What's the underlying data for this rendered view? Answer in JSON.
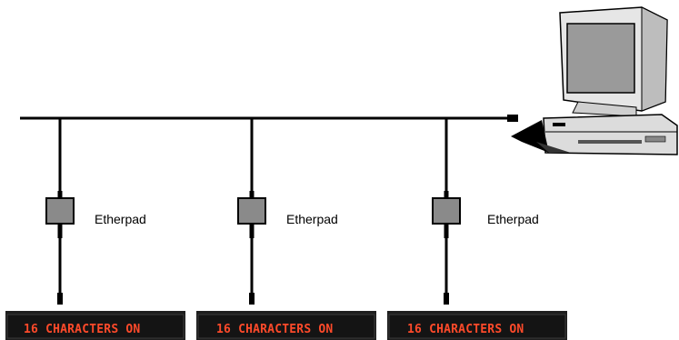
{
  "nodes": [
    {
      "label": "Etherpad",
      "display_text": "16 CHARACTERS ON"
    },
    {
      "label": "Etherpad",
      "display_text": "16 CHARACTERS ON"
    },
    {
      "label": "Etherpad",
      "display_text": "16 CHARACTERS ON"
    }
  ],
  "icons": {
    "host": "computer-icon",
    "adapter": "ethernet-adapter-icon",
    "display": "led-display-icon"
  },
  "colors": {
    "bus": "#000000",
    "adapter_fill": "#8a8a8a",
    "display_bg": "#1e1e1e",
    "display_text": "#ff4a2a"
  }
}
